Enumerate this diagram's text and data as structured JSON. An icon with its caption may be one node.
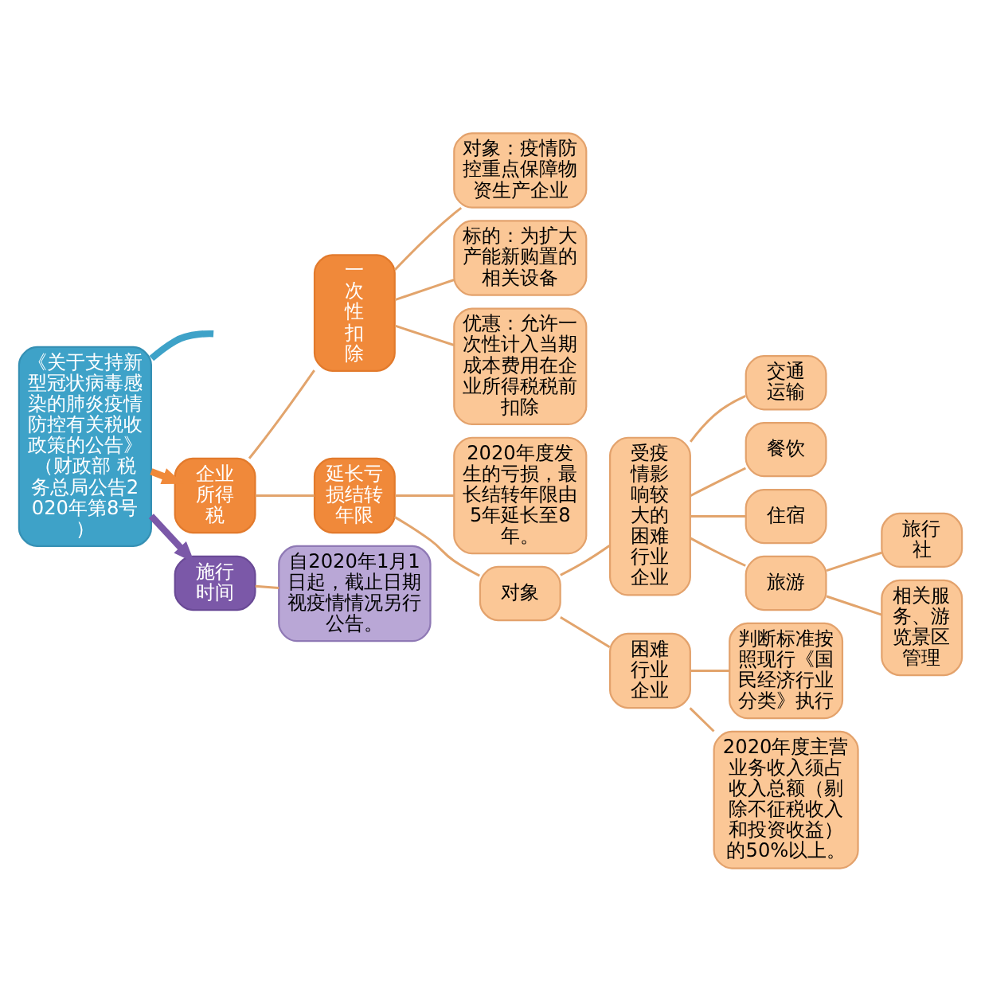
{
  "diagram": {
    "nodes": [
      {
        "text": [
          "《关于支持新型冠状病毒感染的肺炎疫情防控有关税收政策的公告》",
          "（财政部 税务总局公告2020年第8号）"
        ]
      },
      {
        "text": [
          "企业所得税"
        ]
      },
      {
        "text": [
          "一次性扣除"
        ]
      },
      {
        "text": [
          "对象：疫情防控重点保障物资生产企业"
        ]
      },
      {
        "text": [
          "标的：为扩大产能新购置的相关设备"
        ]
      },
      {
        "text": [
          "优惠：允许一次性计入当期成本费用在企业所得税税前扣除"
        ]
      },
      {
        "text": [
          "延长亏损结转年限"
        ]
      },
      {
        "text": [
          "2020年度发生的亏损，最长结转年限由5年延长至8年。"
        ]
      },
      {
        "text": [
          "对象"
        ]
      },
      {
        "text": [
          "受疫情影响较大的困难行业企业"
        ]
      },
      {
        "text": [
          "交通运输"
        ]
      },
      {
        "text": [
          "餐饮"
        ]
      },
      {
        "text": [
          "住宿"
        ]
      },
      {
        "text": [
          "旅游"
        ]
      },
      {
        "text": [
          "旅行社"
        ]
      },
      {
        "text": [
          "相关服务、游览景区管理"
        ]
      },
      {
        "text": [
          "困难行业企业"
        ]
      },
      {
        "text": [
          "判断标准按照现行《国民经济行业分类》执行"
        ]
      },
      {
        "text": [
          "2020年度主营业务收入须占收入总额（剔除不征税收入和投资收益）的50%以上。"
        ]
      },
      {
        "text": [
          "施行时间"
        ]
      },
      {
        "text": [
          "自2020年1月1日起，截止日期视疫情情况另行公告。"
        ]
      }
    ],
    "edges": [
      {
        "from": 0,
        "to": null,
        "arrow": "none",
        "style": "thick",
        "color": "#3ea2c8"
      },
      {
        "from": 0,
        "to": 1,
        "arrow": "to",
        "style": "thick",
        "color": "#f0893a"
      },
      {
        "from": 1,
        "to": 2,
        "arrow": "none"
      },
      {
        "from": 2,
        "to": 3,
        "arrow": "none"
      },
      {
        "from": 2,
        "to": 4,
        "arrow": "none"
      },
      {
        "from": 2,
        "to": 5,
        "arrow": "none"
      },
      {
        "from": 1,
        "to": 6,
        "arrow": "none"
      },
      {
        "from": 6,
        "to": 7,
        "arrow": "none"
      },
      {
        "from": 6,
        "to": 8,
        "arrow": "none"
      },
      {
        "from": 8,
        "to": 9,
        "arrow": "none"
      },
      {
        "from": 9,
        "to": 10,
        "arrow": "none"
      },
      {
        "from": 9,
        "to": 11,
        "arrow": "none"
      },
      {
        "from": 9,
        "to": 12,
        "arrow": "none"
      },
      {
        "from": 9,
        "to": 13,
        "arrow": "none"
      },
      {
        "from": 13,
        "to": 14,
        "arrow": "none"
      },
      {
        "from": 13,
        "to": 15,
        "arrow": "none"
      },
      {
        "from": 8,
        "to": 16,
        "arrow": "none"
      },
      {
        "from": 16,
        "to": 17,
        "arrow": "none"
      },
      {
        "from": 16,
        "to": 18,
        "arrow": "none"
      },
      {
        "from": 0,
        "to": 19,
        "arrow": "to",
        "style": "thick",
        "color": "#7b58a8"
      },
      {
        "from": 19,
        "to": 20,
        "arrow": "none"
      }
    ]
  }
}
